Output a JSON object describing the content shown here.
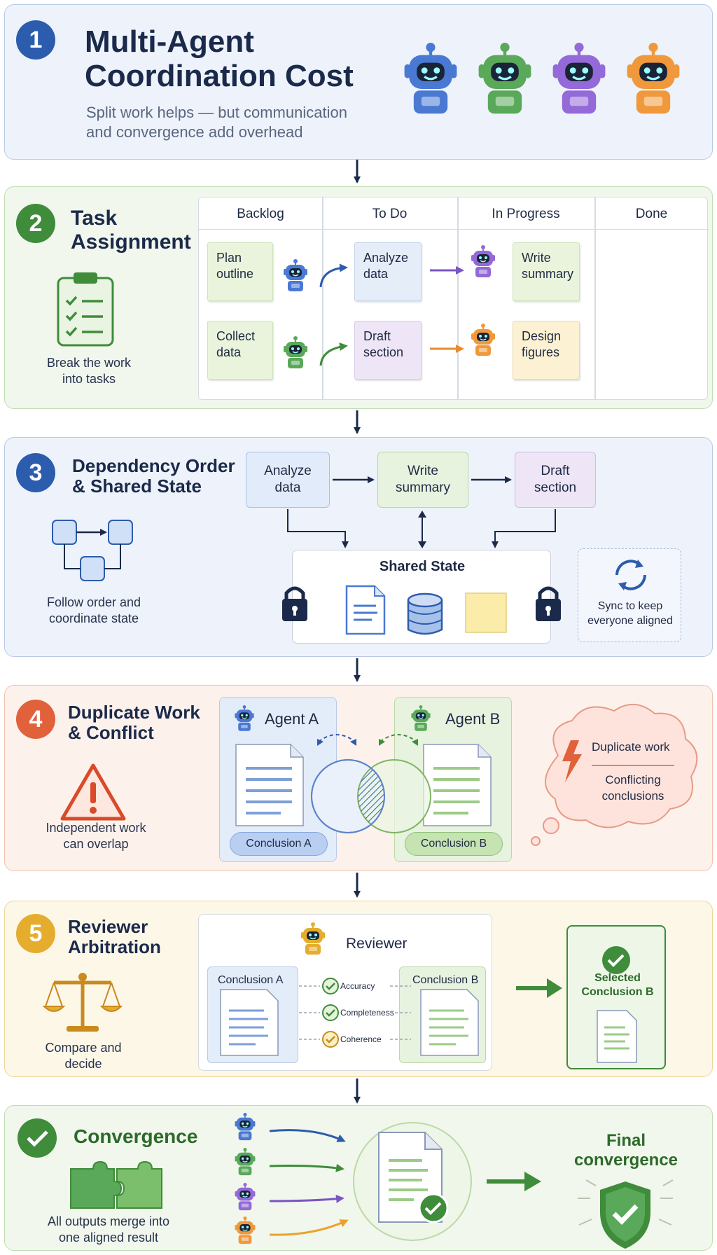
{
  "header": {
    "step": "1",
    "title_line1": "Multi-Agent",
    "title_line2": "Coordination Cost",
    "subtitle_line1": "Split work helps — but communication",
    "subtitle_line2": "and convergence add overhead"
  },
  "task_assignment": {
    "step": "2",
    "title_line1": "Task",
    "title_line2": "Assignment",
    "caption_line1": "Break the work",
    "caption_line2": "into tasks",
    "columns": [
      "Backlog",
      "To Do",
      "In Progress",
      "Done"
    ],
    "cards": {
      "plan_outline": [
        "Plan",
        "outline"
      ],
      "collect_data": [
        "Collect",
        "data"
      ],
      "analyze_data": [
        "Analyze",
        "data"
      ],
      "draft_section": [
        "Draft",
        "section"
      ],
      "write_summary": [
        "Write",
        "summary"
      ],
      "design_figures": [
        "Design",
        "figures"
      ]
    }
  },
  "dependency": {
    "step": "3",
    "title_line1": "Dependency Order",
    "title_line2": "& Shared State",
    "caption_line1": "Follow order and",
    "caption_line2": "coordinate state",
    "nodes": [
      [
        "Analyze",
        "data"
      ],
      [
        "Write",
        "summary"
      ],
      [
        "Draft",
        "section"
      ]
    ],
    "shared_state_label": "Shared State",
    "sync_line1": "Sync to keep",
    "sync_line2": "everyone aligned"
  },
  "duplicate": {
    "step": "4",
    "title_line1": "Duplicate Work",
    "title_line2": "& Conflict",
    "caption_line1": "Independent work",
    "caption_line2": "can overlap",
    "agent_a": "Agent A",
    "agent_b": "Agent B",
    "conclusion_a": "Conclusion A",
    "conclusion_b": "Conclusion B",
    "cloud_line1": "Duplicate work",
    "cloud_line2": "Conflicting",
    "cloud_line3": "conclusions"
  },
  "reviewer": {
    "step": "5",
    "title_line1": "Reviewer",
    "title_line2": "Arbitration",
    "caption_line1": "Compare and",
    "caption_line2": "decide",
    "reviewer_label": "Reviewer",
    "conclusion_a": "Conclusion A",
    "conclusion_b": "Conclusion B",
    "criteria": [
      "Accuracy",
      "Completeness",
      "Coherence"
    ],
    "selected_line1": "Selected",
    "selected_line2": "Conclusion B"
  },
  "convergence": {
    "title": "Convergence",
    "caption_line1": "All outputs merge into",
    "caption_line2": "one aligned result",
    "final_line1": "Final",
    "final_line2": "convergence"
  },
  "colors": {
    "blue": "#2c5cae",
    "green": "#3f8c3a",
    "purple": "#7b55c2",
    "orange": "#e98a2c",
    "red": "#e0613a",
    "gold": "#e5ad2e",
    "navy": "#1b2a4a"
  }
}
